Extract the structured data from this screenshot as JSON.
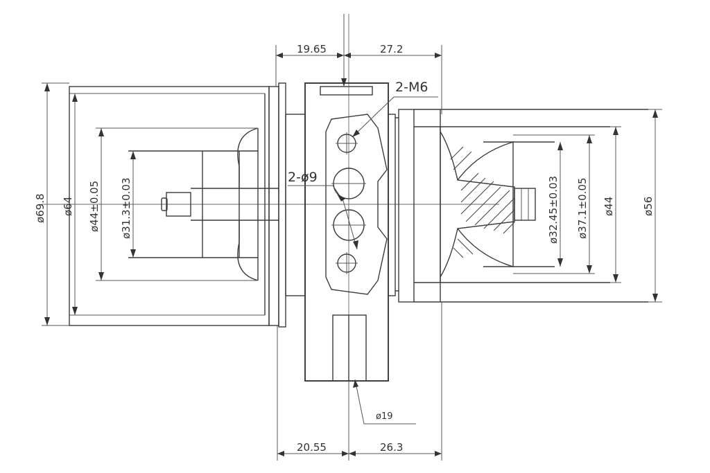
{
  "dimensions": {
    "top_left_width": "19.65",
    "top_right_width": "27.2",
    "bottom_left_width": "20.55",
    "bottom_right_width": "26.3",
    "left_dia_outer": "ø69.8",
    "left_dia_64": "ø64",
    "left_dia_44": "ø44±0.05",
    "left_dia_31": "ø31.3±0.03",
    "right_dia_56": "ø56",
    "right_dia_44": "ø44",
    "right_dia_37": "ø37.1±0.05",
    "right_dia_32": "ø32.45±0.03",
    "oil_port_dia": "ø19"
  },
  "notes": {
    "thread_callout": "2-M6",
    "hole_callout": "2-ø9"
  }
}
